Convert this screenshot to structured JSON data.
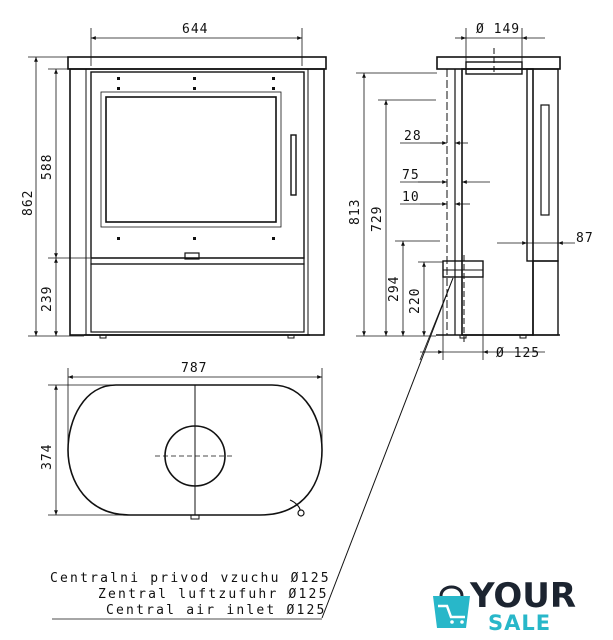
{
  "front_view": {
    "width_label": "644",
    "total_height_label": "862",
    "upper_height_label": "588",
    "lower_height_label": "239"
  },
  "side_view": {
    "flue_top_label": "Ø 149",
    "height_813_label": "813",
    "height_729_label": "729",
    "dim_28_label": "28",
    "dim_75_label": "75",
    "dim_10_label": "10",
    "height_294_label": "294",
    "height_220_label": "220",
    "dim_87_label": "87",
    "air_inlet_label": "Ø 125"
  },
  "top_view": {
    "width_label": "787",
    "depth_label": "374"
  },
  "legend": {
    "line1": "Centralni privod vzuchu Ø125",
    "line2": "Zentral luftzufuhr Ø125",
    "line3": "Central air inlet Ø125"
  },
  "logo": {
    "word1": "YOUR",
    "word2": "SALE",
    "accent_color": "#28b7c9",
    "dark_color": "#1c2430"
  }
}
